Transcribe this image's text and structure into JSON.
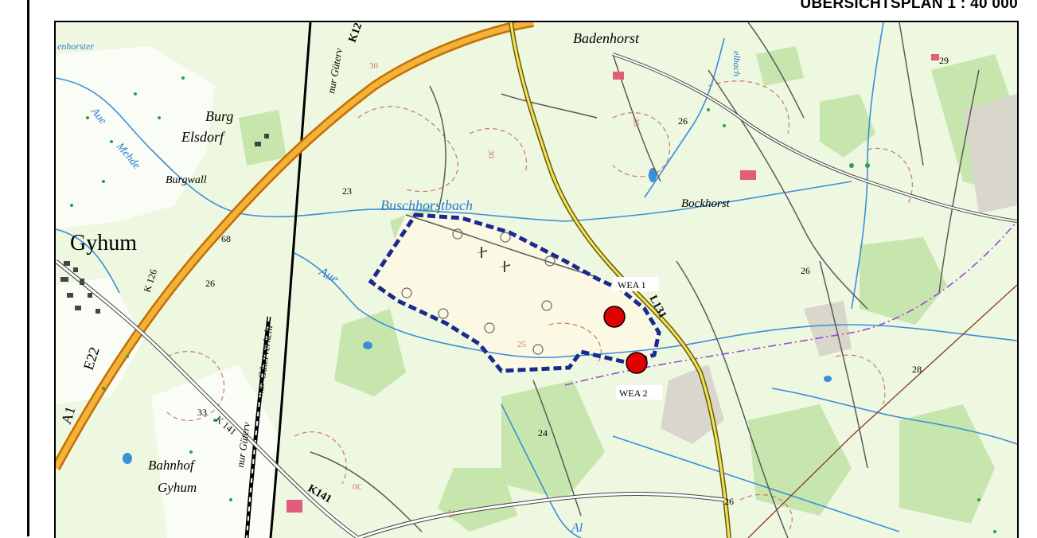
{
  "title": "ÜBERSICHTSPLAN 1 : 40 000",
  "colors": {
    "map_background": "#e9f6d9",
    "forest": "#bfe3a3",
    "highway": "#e79a1a",
    "secondary_road": "#f2e066",
    "water": "#3b8fd9",
    "contour": "#c97a6a",
    "boundary_line": "#1a2a8f",
    "turbine_marker": "#e00000",
    "district_border": "#9a4ad6"
  },
  "places": {
    "badenhorst": "Badenhorst",
    "burg": "Burg",
    "elsdorf": "Elsdorf",
    "burgwall": "Burgwall",
    "gyhum": "Gyhum",
    "bahnhof": "Bahnhof",
    "gyhum_small": "Gyhum",
    "bockhorst": "Bockhorst"
  },
  "waters": {
    "buschhorstbach": "Buschhorstbach",
    "aue": "Aue",
    "aue_mehde": "Aue",
    "mehde": "Mehde",
    "enhorster": "enhorster",
    "elbach": "elbach",
    "aue_bottom": "Al"
  },
  "roads": {
    "k126_top": "K12",
    "k126_left": "K 126",
    "l131": "L131",
    "k141_left": "K 141",
    "k141_bottom": "K141",
    "a1": "A1",
    "e22": "E22",
    "gueterverkehr_top": "nur Güterv",
    "gueterverkehr_left": "nur Güterverkehr",
    "gueterverkehr_bottom": "nur Güterv"
  },
  "elevations": {
    "e29": "29",
    "e26_a": "26",
    "e23": "23",
    "e26_b": "26",
    "e26_c": "26",
    "e28": "28",
    "e24": "24",
    "e26_d": "26",
    "e33": "33",
    "e68": "68",
    "e30_a": "30",
    "e30_b": "30",
    "e30_c": "30",
    "e25_a": "25",
    "e25_b": "25",
    "e30_d": "30"
  },
  "markers": [
    {
      "label": "WEA 1"
    },
    {
      "label": "WEA 2"
    }
  ]
}
